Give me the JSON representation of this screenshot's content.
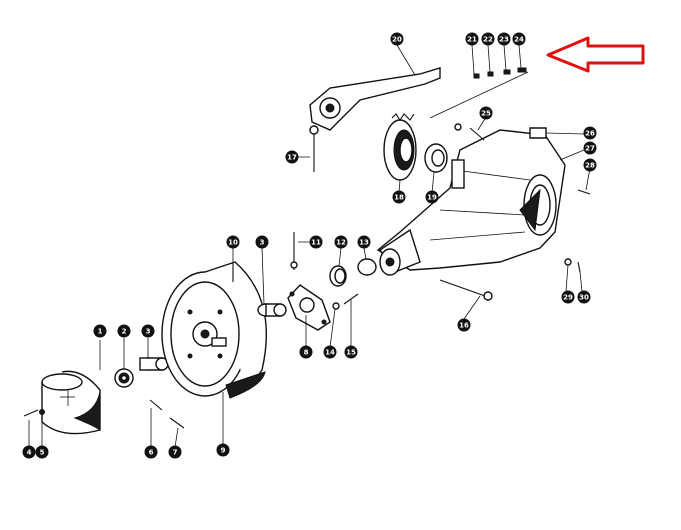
{
  "diagram": {
    "callouts": [
      {
        "id": "c1",
        "label": "1"
      },
      {
        "id": "c2",
        "label": "2"
      },
      {
        "id": "c3a",
        "label": "3"
      },
      {
        "id": "c3b",
        "label": "3"
      },
      {
        "id": "c4",
        "label": "4"
      },
      {
        "id": "c5",
        "label": "5"
      },
      {
        "id": "c6",
        "label": "6"
      },
      {
        "id": "c7",
        "label": "7"
      },
      {
        "id": "c8",
        "label": "8"
      },
      {
        "id": "c9",
        "label": "9"
      },
      {
        "id": "c10",
        "label": "10"
      },
      {
        "id": "c11",
        "label": "11"
      },
      {
        "id": "c12",
        "label": "12"
      },
      {
        "id": "c13",
        "label": "13"
      },
      {
        "id": "c14",
        "label": "14"
      },
      {
        "id": "c15",
        "label": "15"
      },
      {
        "id": "c16",
        "label": "16"
      },
      {
        "id": "c17",
        "label": "17"
      },
      {
        "id": "c18",
        "label": "18"
      },
      {
        "id": "c19",
        "label": "19"
      },
      {
        "id": "c20",
        "label": "20"
      },
      {
        "id": "c21",
        "label": "21"
      },
      {
        "id": "c22",
        "label": "22"
      },
      {
        "id": "c23",
        "label": "23"
      },
      {
        "id": "c24",
        "label": "24"
      },
      {
        "id": "c25",
        "label": "25"
      },
      {
        "id": "c26",
        "label": "26"
      },
      {
        "id": "c27",
        "label": "27"
      },
      {
        "id": "c28",
        "label": "28"
      },
      {
        "id": "c29",
        "label": "29"
      },
      {
        "id": "c30",
        "label": "30"
      }
    ],
    "arrow_color": "#e01010"
  }
}
